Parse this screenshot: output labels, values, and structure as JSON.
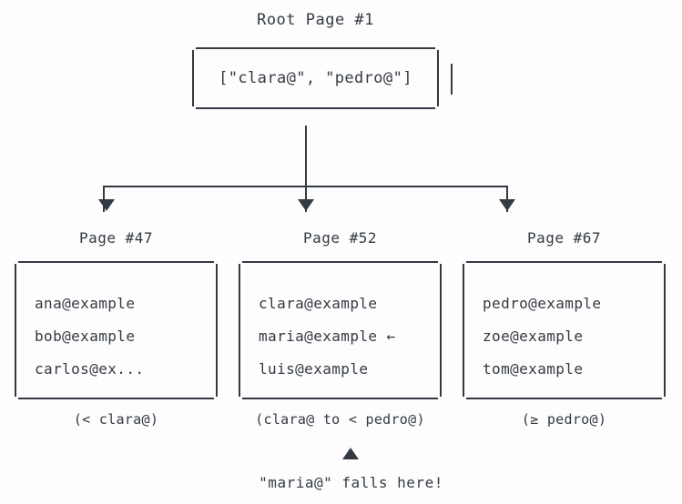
{
  "diagram": {
    "type": "b-tree-index",
    "colors": {
      "background": "#fdfdfd",
      "ink": "#343a43"
    },
    "root": {
      "title": "Root Page #1",
      "keys_text": "[\"clara@\", \"pedro@\"]",
      "keys": [
        "clara@",
        "pedro@"
      ]
    },
    "children": [
      {
        "label": "Page #47",
        "entries": [
          "ana@example",
          "bob@example",
          "carlos@ex..."
        ],
        "range": "(< clara@)"
      },
      {
        "label": "Page #52",
        "entries": [
          "clara@example",
          "maria@example ←",
          "luis@example"
        ],
        "range": "(clara@ to < pedro@)"
      },
      {
        "label": "Page #67",
        "entries": [
          "pedro@example",
          "zoe@example",
          "tom@example"
        ],
        "range": "(≥ pedro@)"
      }
    ],
    "annotation": {
      "pointer_glyph": "▲",
      "text": "\"maria@\" falls here!"
    },
    "arrow_glyphs": {
      "down": "▼",
      "up": "▲",
      "left": "←"
    }
  }
}
